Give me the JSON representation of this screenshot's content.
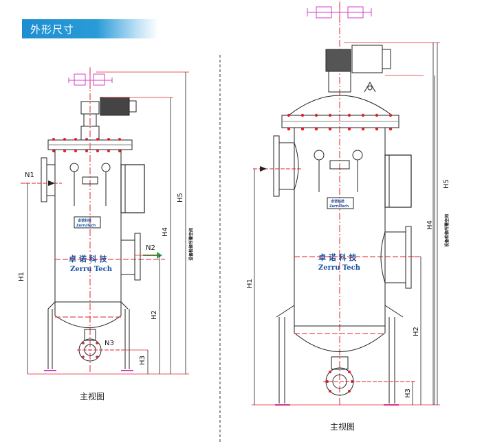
{
  "header": {
    "title": "外形尺寸"
  },
  "left_view": {
    "caption": "主视图",
    "brand_cn": "卓 诺 科 技",
    "brand_en": "Zerru Tech",
    "nameplate_cn": "卓诺科技",
    "nameplate_en": "ZerruTech",
    "nozzles": {
      "n1": "N1",
      "n2": "N2",
      "n3": "N3"
    },
    "dimensions": {
      "h1": "H1",
      "h2": "H2",
      "h3": "H3",
      "h4": "H4",
      "h5": "H5"
    },
    "note": "设备检修所需空间"
  },
  "right_view": {
    "caption": "主视图",
    "brand_cn": "卓 诺 科 技",
    "brand_en": "Zerru Tech",
    "nameplate_cn": "卓诺科技",
    "nameplate_en": "ZerruTech",
    "dimensions": {
      "h1": "H1",
      "h2": "H2",
      "h3": "H3",
      "h4": "H4",
      "h5": "H5"
    },
    "note": "设备检修所需空间"
  },
  "colors": {
    "accent_blue": "#1d8fd0",
    "centerline_red": "#e0202a",
    "motor_purple": "#d23fc8",
    "arrow_green": "#1fa84a",
    "brand_blue": "#1a4fa0"
  }
}
